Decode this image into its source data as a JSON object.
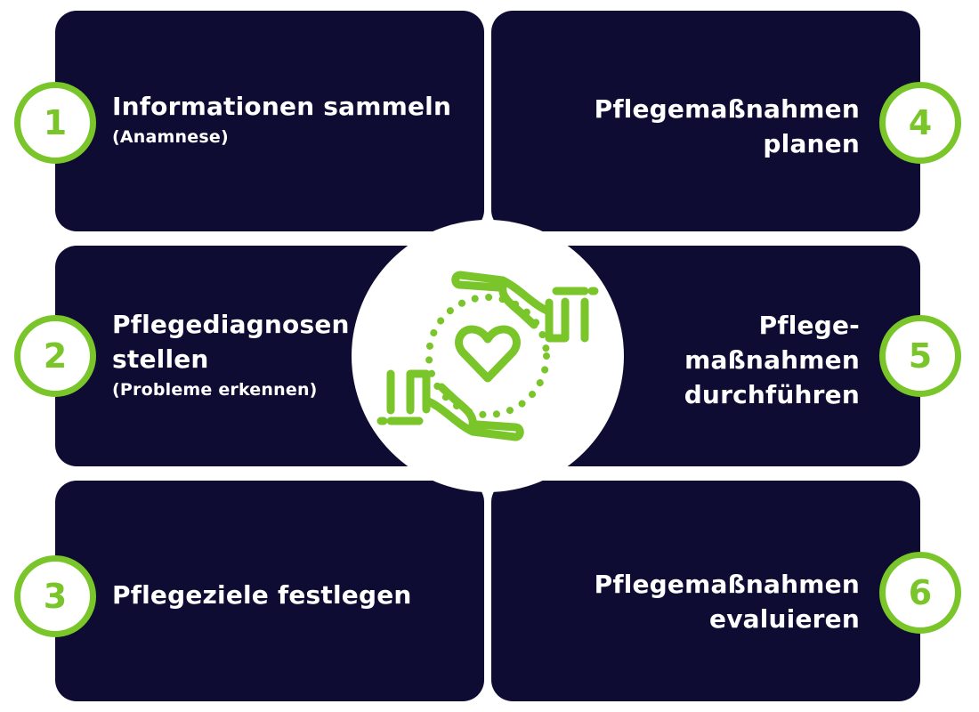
{
  "colors": {
    "card_bg": "#0e0c33",
    "accent": "#7ac52a",
    "text": "#ffffff"
  },
  "steps": [
    {
      "number": "1",
      "title": "Informationen sammeln",
      "subtitle": "(Anamnese)"
    },
    {
      "number": "2",
      "title_lines": [
        "Pflegediagnosen",
        "stellen"
      ],
      "subtitle": "(Probleme erkennen)"
    },
    {
      "number": "3",
      "title": "Pflegeziele festlegen"
    },
    {
      "number": "4",
      "title_lines": [
        "Pflegemaßnahmen",
        "planen"
      ]
    },
    {
      "number": "5",
      "title_lines": [
        "Pflege-",
        "maßnahmen",
        "durchführen"
      ]
    },
    {
      "number": "6",
      "title_lines": [
        "Pflegemaßnahmen",
        "evaluieren"
      ]
    }
  ],
  "center_icon": "hands-heart-care-icon"
}
